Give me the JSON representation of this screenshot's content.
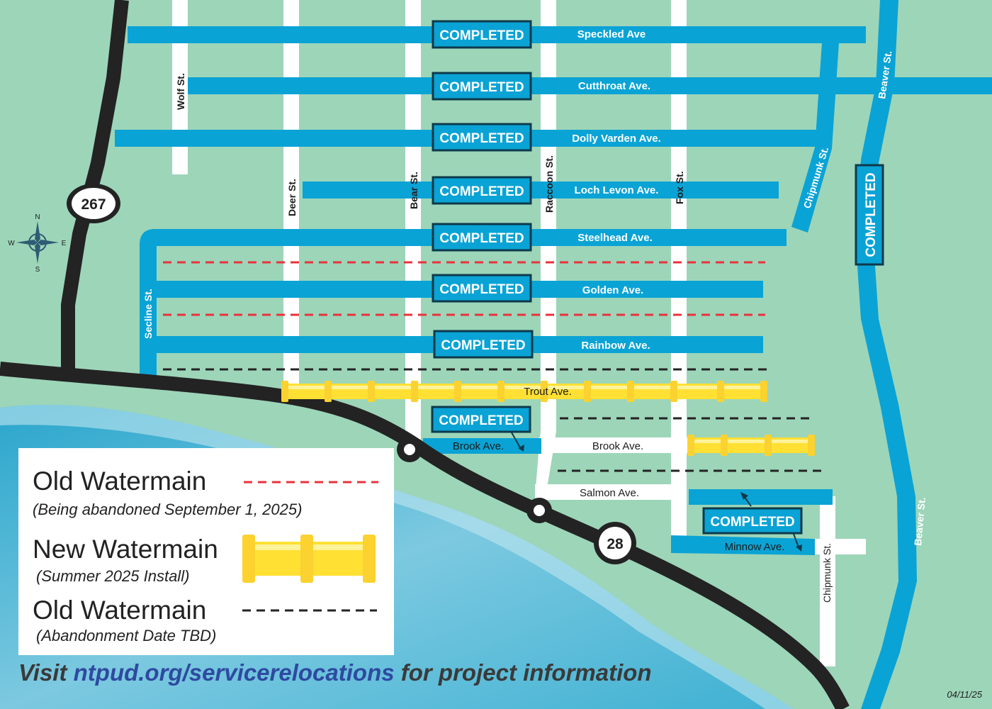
{
  "streets_ns": {
    "wolf": "Wolf St.",
    "deer": "Deer St.",
    "bear": "Bear St.",
    "raccoon": "Raccoon St.",
    "fox": "Fox St.",
    "chipmunk_north": "Chipmunk St.",
    "chipmunk_south": "Chipmunk St.",
    "secline": "Secline St.",
    "beaver_north": "Beaver St.",
    "beaver_south": "Beaver St."
  },
  "avenues": {
    "speckled": "Speckled Ave",
    "cutthroat": "Cutthroat Ave.",
    "dolly_varden": "Dolly Varden Ave.",
    "loch_levon": "Loch Levon Ave.",
    "steelhead": "Steelhead Ave.",
    "golden": "Golden Ave.",
    "rainbow": "Rainbow Ave.",
    "trout": "Trout Ave.",
    "brook_west": "Brook Ave.",
    "brook_east": "Brook Ave.",
    "salmon": "Salmon Ave.",
    "minnow": "Minnow Ave."
  },
  "badges": {
    "completed": "COMPLETED"
  },
  "highways": {
    "north": "267",
    "south": "28"
  },
  "compass": {
    "n": "N",
    "s": "S",
    "e": "E",
    "w": "W"
  },
  "legend": {
    "old_title": "Old Watermain",
    "old_sub": "(Being abandoned September 1, 2025)",
    "new_title": "New Watermain",
    "new_sub": "(Summer 2025 Install)",
    "tbd_title": "Old Watermain",
    "tbd_sub": "(Abandonment Date TBD)"
  },
  "footer": {
    "visit_prefix": "Visit ",
    "url": "ntpud.org/servicerelocations",
    "visit_suffix": " for project information",
    "date": "04/11/25"
  },
  "colors": {
    "land": "#9dd5b9",
    "lake": "#3fb1d3",
    "pipe_completed": "#0aa3d5",
    "old_main": "#e8323c",
    "new_main": "#ffe033",
    "highway": "#232323"
  }
}
